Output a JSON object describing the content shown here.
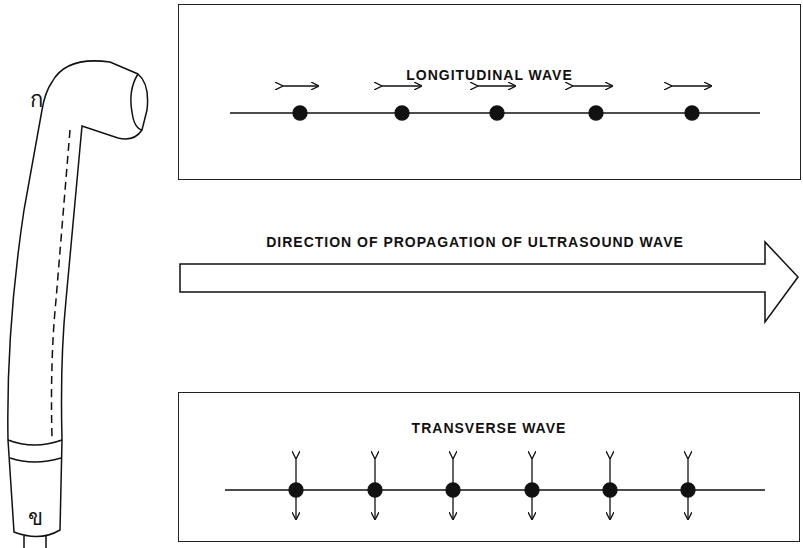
{
  "diagram": {
    "nodes": [
      {
        "text": [
          "LONGITUDINAL WAVE"
        ]
      },
      {
        "text": [
          "TRANSVERSE WAVE"
        ]
      }
    ],
    "labels": [
      "ก",
      "DIRECTION OF PROPAGATION OF ULTRASOUND WAVE",
      "ข"
    ]
  }
}
